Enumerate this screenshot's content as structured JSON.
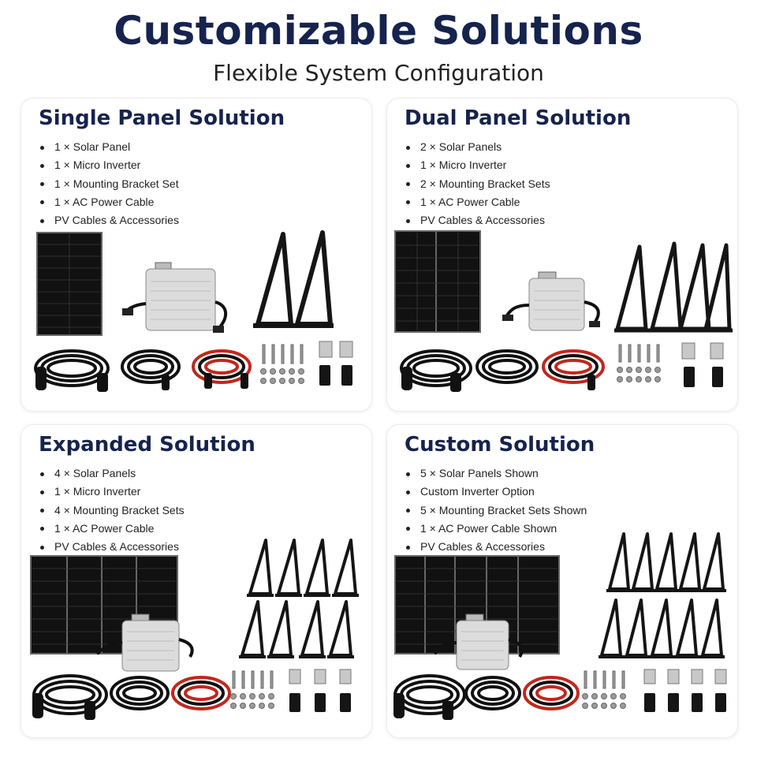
{
  "title": "Customizable Solutions",
  "subtitle": "Flexible System Configuration",
  "cards": [
    {
      "title": "Single Panel Solution",
      "items": [
        "1 × Solar Panel",
        "1 × Micro Inverter",
        "1 × Mounting Bracket Set",
        "1 × AC Power Cable",
        "PV Cables & Accessories"
      ]
    },
    {
      "title": "Dual Panel Solution",
      "items": [
        "2 × Solar Panels",
        "1 × Micro Inverter",
        "2 × Mounting Bracket Sets",
        "1 × AC Power Cable",
        "PV Cables & Accessories"
      ]
    },
    {
      "title": "Expanded Solution",
      "items": [
        "4 × Solar Panels",
        "1 × Micro Inverter",
        "4 × Mounting Bracket Sets",
        "1 × AC Power Cable",
        "PV Cables & Accessories"
      ]
    },
    {
      "title": "Custom Solution",
      "items": [
        "5 × Solar Panels Shown",
        "Custom Inverter Option",
        "5 × Mounting Bracket Sets Shown",
        "1 × AC Power Cable Shown",
        "PV Cables & Accessories"
      ]
    }
  ],
  "colors": {
    "title": "#16234d",
    "panel": "#141414",
    "inverter": "#d9d9d9",
    "cable_black": "#111111",
    "cable_red": "#c0271d"
  }
}
